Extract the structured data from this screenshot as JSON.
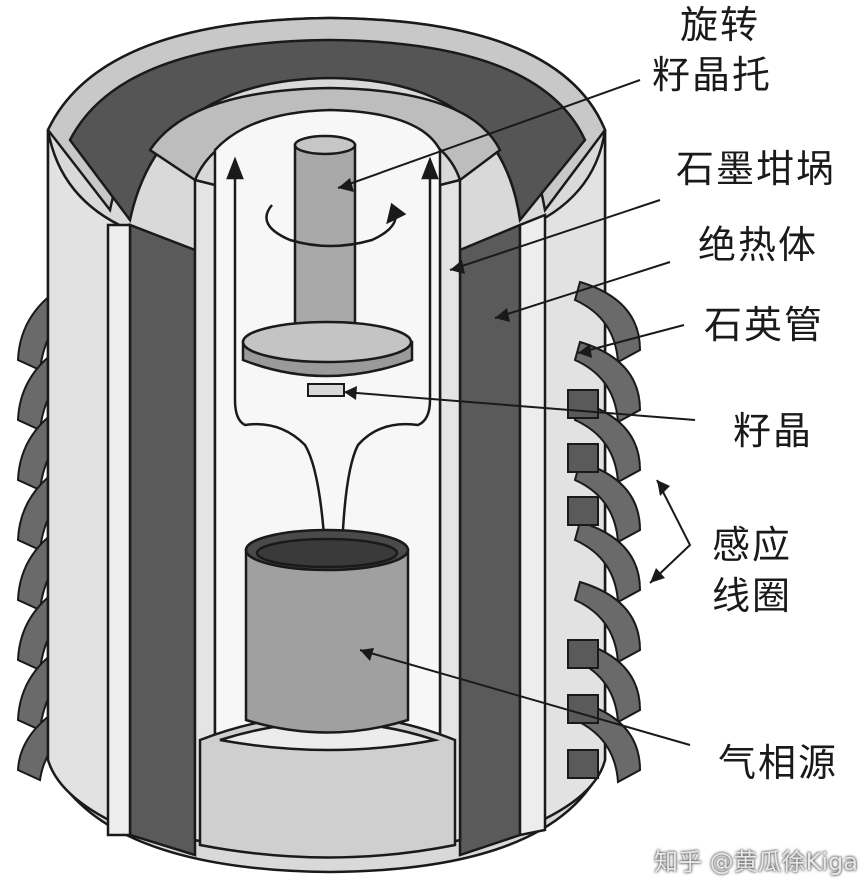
{
  "labels": {
    "rotating_seed_holder_line1": "旋转",
    "rotating_seed_holder_line2": "籽晶托",
    "graphite_crucible": "石墨坩埚",
    "insulation": "绝热体",
    "quartz_tube": "石英管",
    "seed_crystal": "籽晶",
    "induction_coil_line1": "感应",
    "induction_coil_line2": "线圈",
    "vapor_source": "气相源"
  },
  "watermark": "知乎 @黄瓜徐Kiga",
  "colors": {
    "outline": "#1a1a1a",
    "dark_band": "#555555",
    "mid_gray": "#9a9a9a",
    "light_gray": "#cfcfcf",
    "very_light": "#e6e6e6",
    "white": "#f7f7f7"
  }
}
